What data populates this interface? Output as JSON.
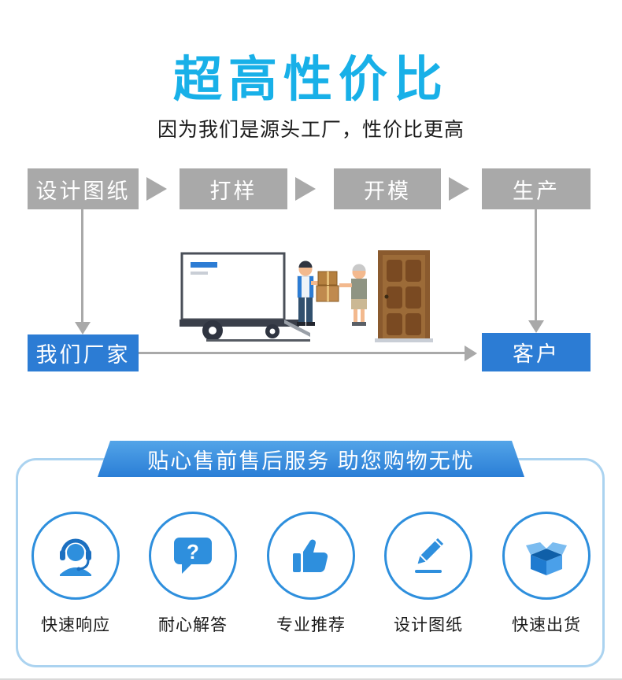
{
  "header": {
    "title": "超高性价比",
    "subtitle": "因为我们是源头工厂，性价比更高"
  },
  "flow": {
    "steps": [
      "设计图纸",
      "打样",
      "开模",
      "生产"
    ],
    "factory": "我们厂家",
    "customer": "客户"
  },
  "service": {
    "banner": "贴心售前售后服务 助您购物无忧",
    "items": [
      {
        "label": "快速响应",
        "icon": "headset-agent-icon"
      },
      {
        "label": "耐心解答",
        "icon": "question-bubble-icon",
        "glyph": "?"
      },
      {
        "label": "专业推荐",
        "icon": "thumbs-up-icon"
      },
      {
        "label": "设计图纸",
        "icon": "pencil-ruler-icon"
      },
      {
        "label": "快速出货",
        "icon": "open-box-icon"
      }
    ]
  },
  "colors": {
    "accent_cyan": "#18b0e8",
    "flow_gray": "#a9a9a9",
    "flow_blue": "#2c7cd4",
    "banner_blue": "#2a7ed6",
    "icon_blue": "#2e8fdd"
  }
}
